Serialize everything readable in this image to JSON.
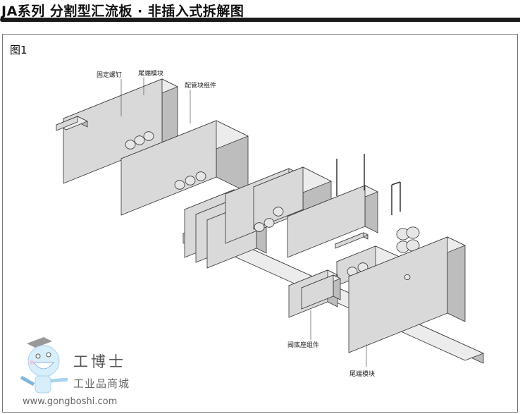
{
  "header": {
    "title": "JA系列  分割型汇流板 · 非插入式拆解图"
  },
  "figure": {
    "label": "图1",
    "callouts": [
      {
        "text": "固定螺钉"
      },
      {
        "text": "尾端模块"
      },
      {
        "text": "配管块组件"
      },
      {
        "text": "阀底座组件"
      },
      {
        "text": "尾端模块"
      }
    ]
  },
  "watermark": {
    "brand": "工博士",
    "tagline": "工业品商城",
    "url": "www.gongboshi.com"
  },
  "colors": {
    "face_front": "#d9d9d9",
    "face_top": "#ececec",
    "face_side": "#bdbdbd",
    "stroke": "#333333"
  }
}
